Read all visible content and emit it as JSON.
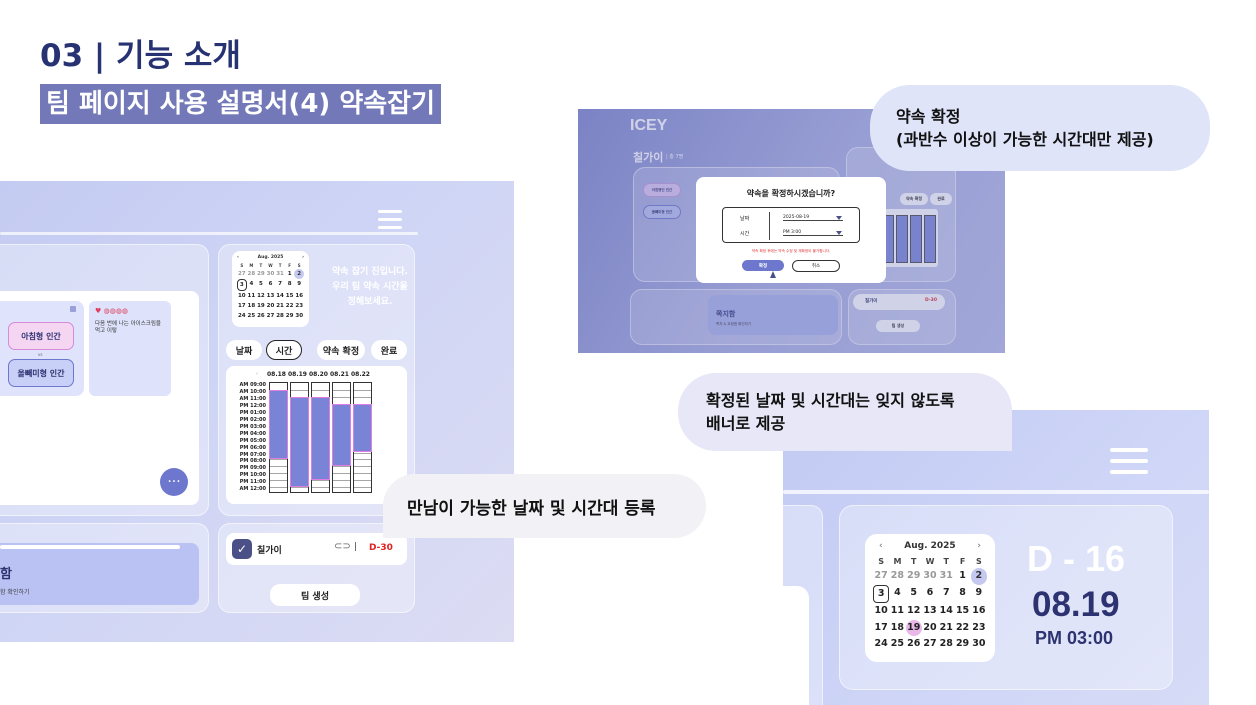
{
  "header": {
    "section_title": "03 | 기능 소개",
    "subtitle": "팀 페이지 사용 설명서(4) 약속잡기"
  },
  "colors": {
    "title": "#273273",
    "subtitle_bg": "#7379b8",
    "accent": "#6c77cd",
    "panel_bg": "#c4cbf2",
    "dday_red": "#e02020",
    "pink_highlight": "#e07de0"
  },
  "panel_left": {
    "icons": [
      "hamburger-menu-icon",
      "kebab-menu-icon",
      "link-icon",
      "check-icon"
    ],
    "avatar_card": {
      "type_morning": "아침형 인간",
      "vs": "vs",
      "type_night": "올빼미형 인간"
    },
    "memo": {
      "text": "다음 번에 나는 아이스크림을 먹고 이렇"
    },
    "calendar": {
      "prev": "‹",
      "next": "›",
      "month": "Aug. 2025",
      "dow": [
        "S",
        "M",
        "T",
        "W",
        "T",
        "F",
        "S"
      ],
      "rows": [
        [
          "27",
          "28",
          "29",
          "30",
          "31",
          "1",
          "2"
        ],
        [
          "3",
          "4",
          "5",
          "6",
          "7",
          "8",
          "9"
        ],
        [
          "10",
          "11",
          "12",
          "13",
          "14",
          "15",
          "16"
        ],
        [
          "17",
          "18",
          "19",
          "20",
          "21",
          "22",
          "23"
        ],
        [
          "24",
          "25",
          "26",
          "27",
          "28",
          "29",
          "30"
        ]
      ]
    },
    "message_line1": "약속 잡기 진입니다.",
    "message_line2": "우리 팀 약속 시간을",
    "message_line3": "정해보세요.",
    "tabs": {
      "date": "날짜",
      "time": "시간",
      "confirm": "약속 확정",
      "done": "완료"
    },
    "timetable": {
      "prev": "‹",
      "days": [
        "08.18",
        "08.19",
        "08.20",
        "08.21",
        "08.22"
      ],
      "times": [
        "AM 09:00",
        "AM 10:00",
        "AM 11:00",
        "PM 12:00",
        "PM 01:00",
        "PM 02:00",
        "PM 03:00",
        "PM 04:00",
        "PM 05:00",
        "PM 06:00",
        "PM 07:00",
        "PM 08:00",
        "PM 09:00",
        "PM 10:00",
        "PM 11:00",
        "AM 12:00"
      ],
      "availability": [
        {
          "start": 1,
          "end": 11
        },
        {
          "start": 2,
          "end": 15
        },
        {
          "start": 2,
          "end": 14
        },
        {
          "start": 3,
          "end": 12
        },
        {
          "start": 3,
          "end": 10
        }
      ]
    },
    "bottom_card": {
      "title": "함",
      "desc": "함 확인하기"
    },
    "team": {
      "name": "칠가이",
      "divider": "|",
      "dday": "D-30"
    },
    "create_team": "팀 생성"
  },
  "callouts": {
    "register": "만남이 가능한 날짜 및 시간대 등록",
    "confirm_line1": "약속 확정",
    "confirm_line2": "(과반수 이상이 가능한 시간대만 제공)",
    "banner_line1": "확정된 날짜 및 시간대는 잊지 않도록",
    "banner_line2": "배너로 제공"
  },
  "panel_modal": {
    "app_name": "ICEY",
    "team_title": "칠가이",
    "team_sub": "| 총 7명",
    "question": "약속을 확정하시겠습니까?",
    "label_date": "날짜",
    "value_date": "2025-08-19",
    "label_time": "시간",
    "value_time": "PM 3:00",
    "warning": "약속 확정 후에는 약속 수정 및 재확정이 불가합니다.",
    "confirm_button": "확정",
    "cancel_button": "취소",
    "bg_tab_confirm": "약속 확정",
    "bg_tab_done": "완료",
    "bg_morning": "아침형인 인간",
    "bg_night": "올빼미형 인간",
    "bg_memo_title": "쪽지함",
    "bg_memo_desc": "쪽지 & 요청함 확인하기",
    "bg_team": "칠가이",
    "bg_dday": "D-30",
    "bg_create_team": "팀 생성"
  },
  "panel_banner": {
    "calendar": {
      "prev": "‹",
      "next": "›",
      "month": "Aug. 2025",
      "dow": [
        "S",
        "M",
        "T",
        "W",
        "T",
        "F",
        "S"
      ],
      "rows": [
        [
          "27",
          "28",
          "29",
          "30",
          "31",
          "1",
          "2"
        ],
        [
          "3",
          "4",
          "5",
          "6",
          "7",
          "8",
          "9"
        ],
        [
          "10",
          "11",
          "12",
          "13",
          "14",
          "15",
          "16"
        ],
        [
          "17",
          "18",
          "19",
          "20",
          "21",
          "22",
          "23"
        ],
        [
          "24",
          "25",
          "26",
          "27",
          "28",
          "29",
          "30"
        ]
      ]
    },
    "dday": "D - 16",
    "date": "08.19",
    "time": "PM 03:00"
  }
}
